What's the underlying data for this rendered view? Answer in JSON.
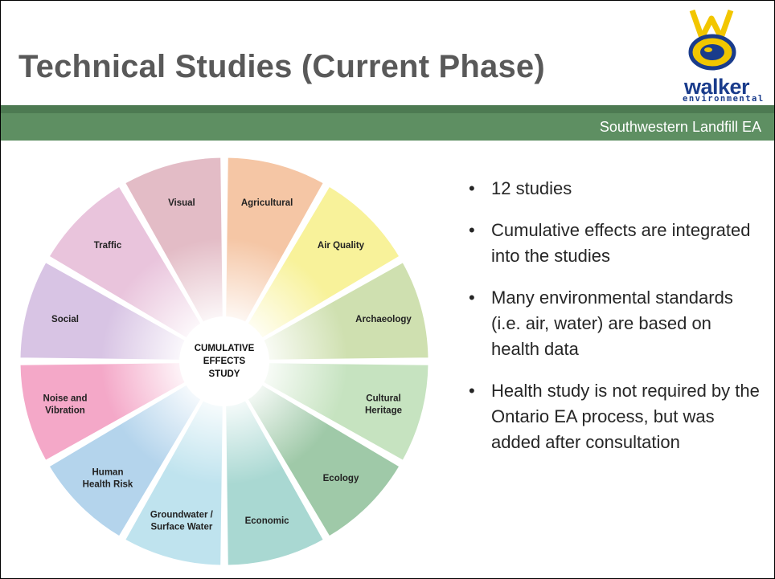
{
  "slide": {
    "title": "Technical Studies (Current Phase)",
    "subtitle": "Southwestern Landfill EA"
  },
  "logo": {
    "word": "walker",
    "sub": "environmental",
    "colors": {
      "blue": "#1a3c8c",
      "yellow": "#f2c600"
    }
  },
  "wheel": {
    "center": [
      "CUMULATIVE",
      "EFFECTS",
      "STUDY"
    ],
    "segments": [
      {
        "label": [
          "Agricultural"
        ],
        "color": "#f5c6a5"
      },
      {
        "label": [
          "Air Quality"
        ],
        "color": "#f8f29a"
      },
      {
        "label": [
          "Archaeology"
        ],
        "color": "#cfe0b0"
      },
      {
        "label": [
          "Cultural",
          "Heritage"
        ],
        "color": "#c6e3c0"
      },
      {
        "label": [
          "Ecology"
        ],
        "color": "#9fc9a8"
      },
      {
        "label": [
          "Economic"
        ],
        "color": "#a9d8d2"
      },
      {
        "label": [
          "Groundwater /",
          "Surface Water"
        ],
        "color": "#bfe3ee"
      },
      {
        "label": [
          "Human",
          "Health Risk"
        ],
        "color": "#b4d4ec"
      },
      {
        "label": [
          "Noise and",
          "Vibration"
        ],
        "color": "#f4a8c8"
      },
      {
        "label": [
          "Social"
        ],
        "color": "#d8c4e4"
      },
      {
        "label": [
          "Traffic"
        ],
        "color": "#e9c4dc"
      },
      {
        "label": [
          "Visual"
        ],
        "color": "#e3bcc6"
      }
    ]
  },
  "bullets": [
    "12 studies",
    "Cumulative effects are integrated into the studies",
    "Many environmental standards (i.e. air, water) are based on health data",
    "Health study is not required by the Ontario EA process, but was added after consultation"
  ],
  "accent": {
    "green_dark": "#4d7a52",
    "green": "#5e8f62"
  }
}
